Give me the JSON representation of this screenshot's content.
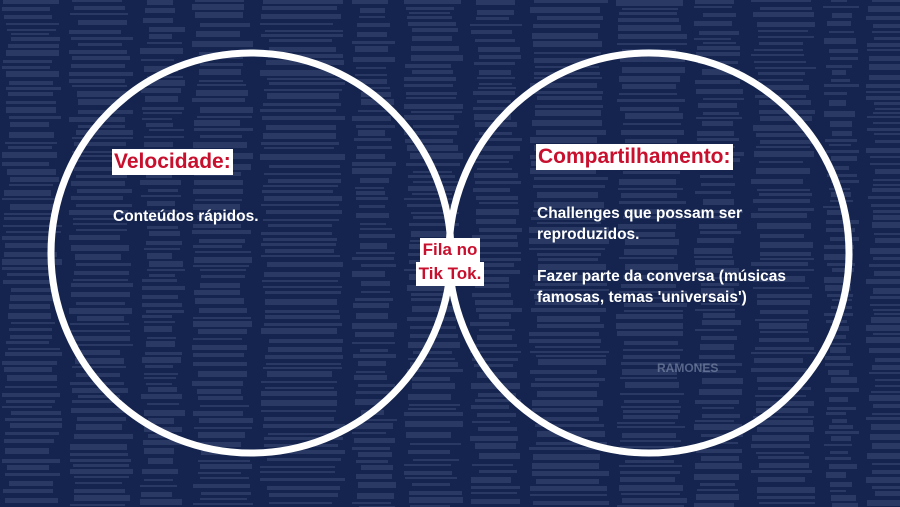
{
  "colors": {
    "background": "#14244f",
    "circle_stroke": "#ffffff",
    "heading_text": "#c8102e",
    "heading_background": "#ffffff",
    "body_text": "#ffffff"
  },
  "left_circle": {
    "heading": "Velocidade:",
    "body": "Conteúdos rápidos."
  },
  "right_circle": {
    "heading": "Compartilhamento:",
    "body": "Challenges que possam ser reproduzidos.\n\nFazer parte da conversa (músicas famosas, temas 'universais')"
  },
  "intersection": {
    "line1": "Fila no",
    "line2": "Tik Tok."
  },
  "background_texture": {
    "stamp_right": "RAMONES"
  }
}
